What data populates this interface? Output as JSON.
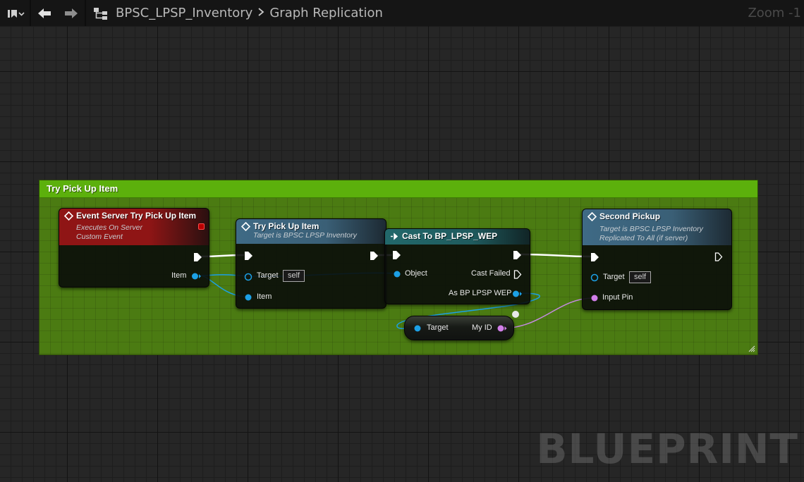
{
  "breadcrumb": {
    "blueprint_name": "BPSC_LPSP_Inventory",
    "graph_name": "Graph Replication"
  },
  "zoom_label": "Zoom -1",
  "comment_box": {
    "title": "Try Pick Up Item",
    "color": "#5cb00c"
  },
  "nodes": {
    "event_server": {
      "title": "Event Server Try Pick Up Item",
      "subtitle_1": "Executes On Server",
      "subtitle_2": "Custom Event",
      "output_pin": "Item"
    },
    "try_pickup": {
      "title": "Try Pick Up Item",
      "subtitle": "Target is BPSC LPSP Inventory",
      "target_label": "Target",
      "target_default": "self",
      "item_label": "Item"
    },
    "cast": {
      "title": "Cast To BP_LPSP_WEP",
      "object_label": "Object",
      "cast_failed_label": "Cast Failed",
      "as_label": "As BP LPSP WEP"
    },
    "second_pickup": {
      "title": "Second Pickup",
      "subtitle_1": "Target is BPSC LPSP Inventory",
      "subtitle_2": "Replicated To All (if server)",
      "target_label": "Target",
      "target_default": "self",
      "input_label": "Input Pin"
    },
    "get_myid": {
      "target_label": "Target",
      "output_label": "My ID"
    }
  },
  "watermark": "BLUEPRINT",
  "colors": {
    "event_header": "#8f1515",
    "function_header": "#3f6a85",
    "object_pin": "#1ca0e6",
    "name_pin": "#d17fe9",
    "exec_pin": "#ffffff"
  }
}
